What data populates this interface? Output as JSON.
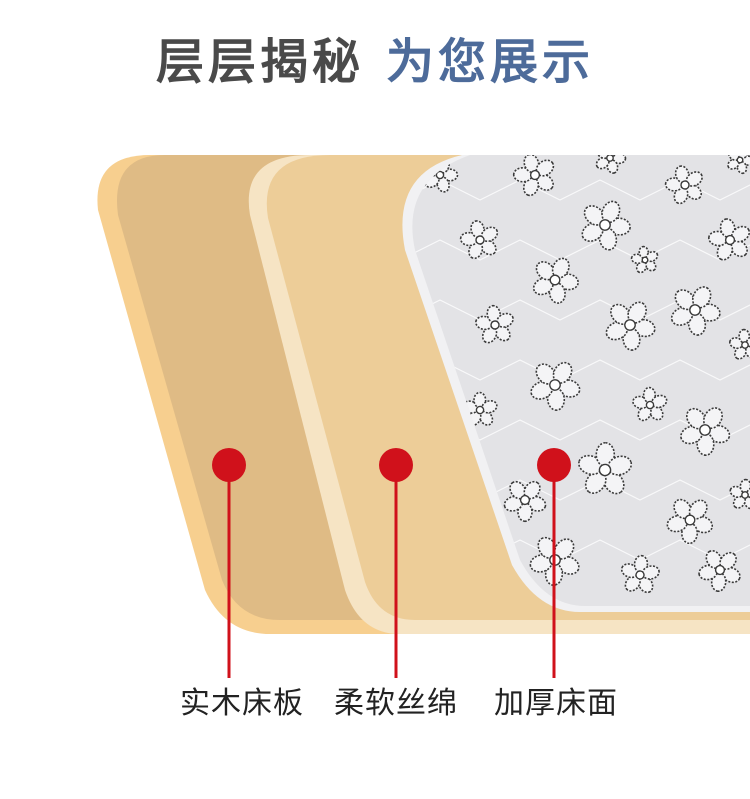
{
  "title": {
    "part1": "层层揭秘",
    "part2": "为您展示"
  },
  "layers": [
    {
      "label": "实木床板"
    },
    {
      "label": "柔软丝绵"
    },
    {
      "label": "加厚床面"
    }
  ],
  "colors": {
    "title_dark": "#4a4a4a",
    "title_blue": "#4d6b9a",
    "wood_light": "#f7cf8f",
    "wood_fill": "#dfbb85",
    "cotton_edge": "#f6e4c4",
    "cotton_fill": "#edcd98",
    "fabric": "#e3e3e6",
    "flower_dark": "#3a3a3a",
    "marker_red": "#d0111b"
  }
}
